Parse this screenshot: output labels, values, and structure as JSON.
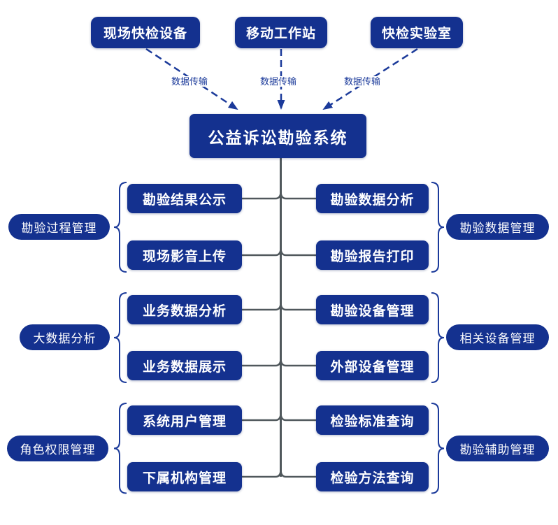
{
  "colors": {
    "background": "#FFFFFF",
    "node_fill": "#14318F",
    "node_text": "#FFFFFF",
    "edge_color": "#1B3A9A",
    "line_color": "#50585C"
  },
  "sources": [
    {
      "label": "现场快检设备"
    },
    {
      "label": "移动工作站"
    },
    {
      "label": "快检实验室"
    }
  ],
  "edge_labels": [
    {
      "label": "数据传输"
    },
    {
      "label": "数据传输"
    },
    {
      "label": "数据传输"
    }
  ],
  "center": {
    "label": "公益诉讼勘验系统"
  },
  "groups": [
    {
      "side": "left",
      "pill": "勘验过程管理",
      "items": [
        {
          "label": "勘验结果公示"
        },
        {
          "label": "现场影音上传"
        }
      ]
    },
    {
      "side": "right",
      "pill": "勘验数据管理",
      "items": [
        {
          "label": "勘验数据分析"
        },
        {
          "label": "勘验报告打印"
        }
      ]
    },
    {
      "side": "left",
      "pill": "大数据分析",
      "items": [
        {
          "label": "业务数据分析"
        },
        {
          "label": "业务数据展示"
        }
      ]
    },
    {
      "side": "right",
      "pill": "相关设备管理",
      "items": [
        {
          "label": "勘验设备管理"
        },
        {
          "label": "外部设备管理"
        }
      ]
    },
    {
      "side": "left",
      "pill": "角色权限管理",
      "items": [
        {
          "label": "系统用户管理"
        },
        {
          "label": "下属机构管理"
        }
      ]
    },
    {
      "side": "right",
      "pill": "勘验辅助管理",
      "items": [
        {
          "label": "检验标准查询"
        },
        {
          "label": "检验方法查询"
        }
      ]
    }
  ]
}
